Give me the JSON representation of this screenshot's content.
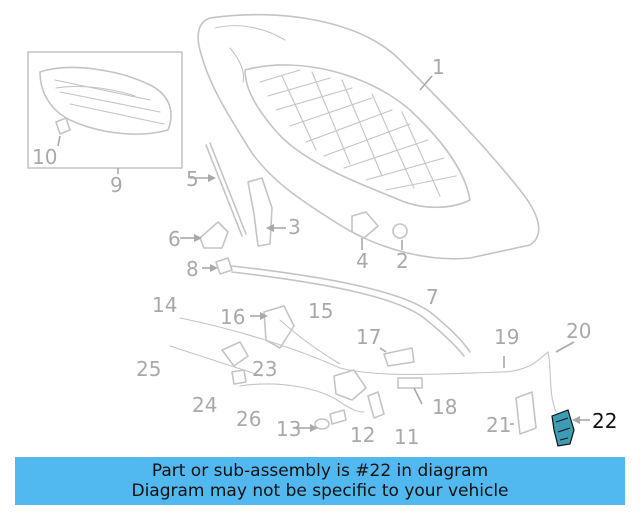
{
  "callouts": {
    "c1": "1",
    "c2": "2",
    "c3": "3",
    "c4": "4",
    "c5": "5",
    "c6": "6",
    "c7": "7",
    "c8": "8",
    "c9": "9",
    "c10": "10",
    "c11": "11",
    "c12": "12",
    "c13": "13",
    "c14": "14",
    "c15": "15",
    "c16": "16",
    "c17": "17",
    "c18": "18",
    "c19": "19",
    "c20": "20",
    "c21": "21",
    "c22": "22",
    "c23": "23",
    "c24": "24",
    "c25": "25",
    "c26": "26"
  },
  "highlighted_part": "22",
  "colors": {
    "banner": "#52b8f0",
    "highlight_part": "#3d9bb5",
    "lines": "#c4c4c4",
    "labels": "#a9a9a9"
  },
  "banner": {
    "line1": "Part or sub-assembly is #22 in diagram",
    "line2": "Diagram may not be specific to your vehicle"
  }
}
